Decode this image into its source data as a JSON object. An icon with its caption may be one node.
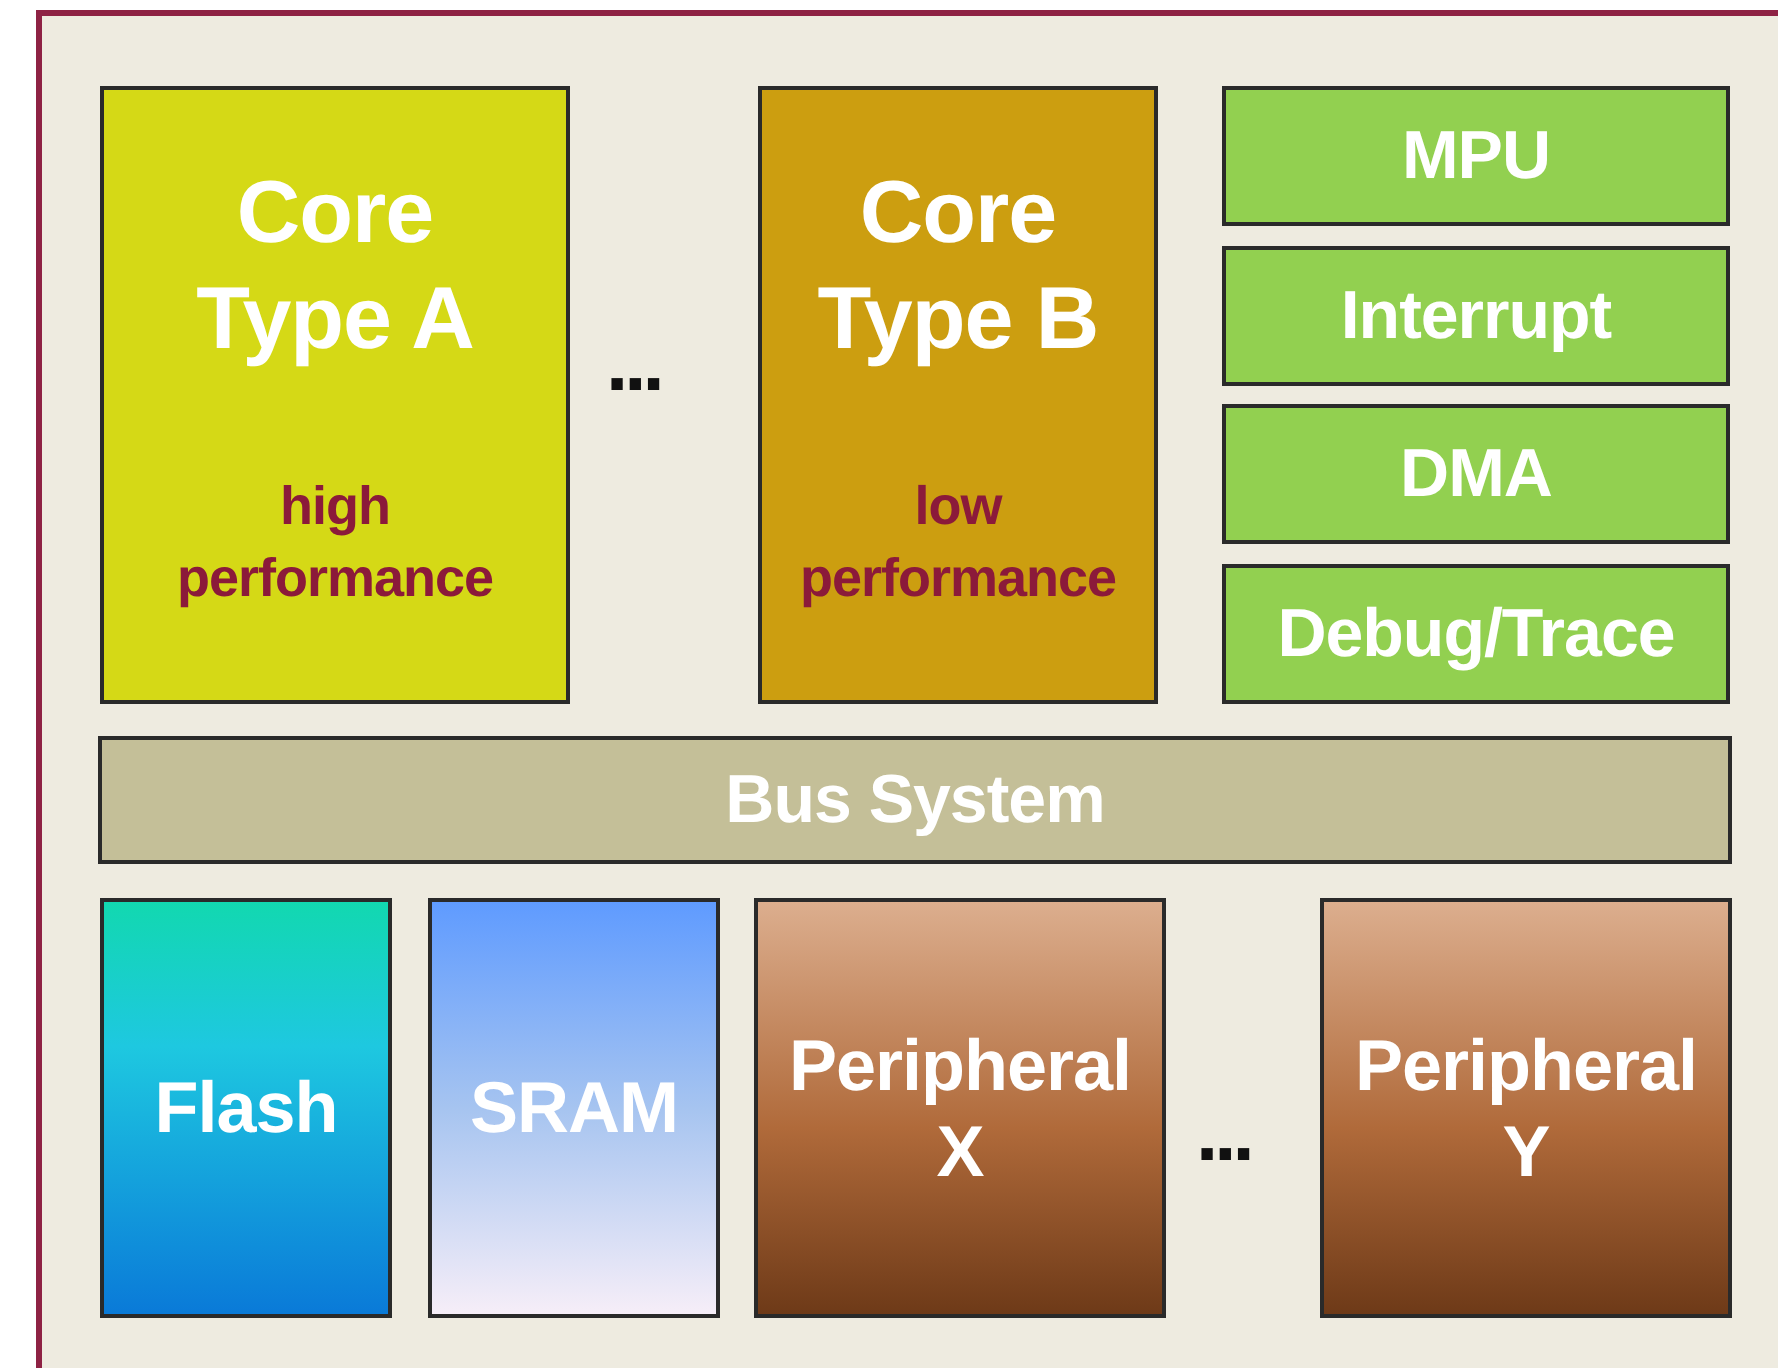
{
  "diagram": {
    "nodes": [
      {
        "text": [
          "Core Type A",
          "high performance"
        ]
      },
      {
        "text": [
          "Core Type B",
          "low performance"
        ]
      },
      {
        "text": [
          "MPU"
        ]
      },
      {
        "text": [
          "Interrupt"
        ]
      },
      {
        "text": [
          "DMA"
        ]
      },
      {
        "text": [
          "Debug/Trace"
        ]
      },
      {
        "text": [
          "Bus System"
        ]
      },
      {
        "text": [
          "Flash"
        ]
      },
      {
        "text": [
          "SRAM"
        ]
      },
      {
        "text": [
          "Peripheral X"
        ]
      },
      {
        "text": [
          "Peripheral Y"
        ]
      }
    ],
    "edges": [],
    "labels": [
      "...",
      "..."
    ]
  }
}
